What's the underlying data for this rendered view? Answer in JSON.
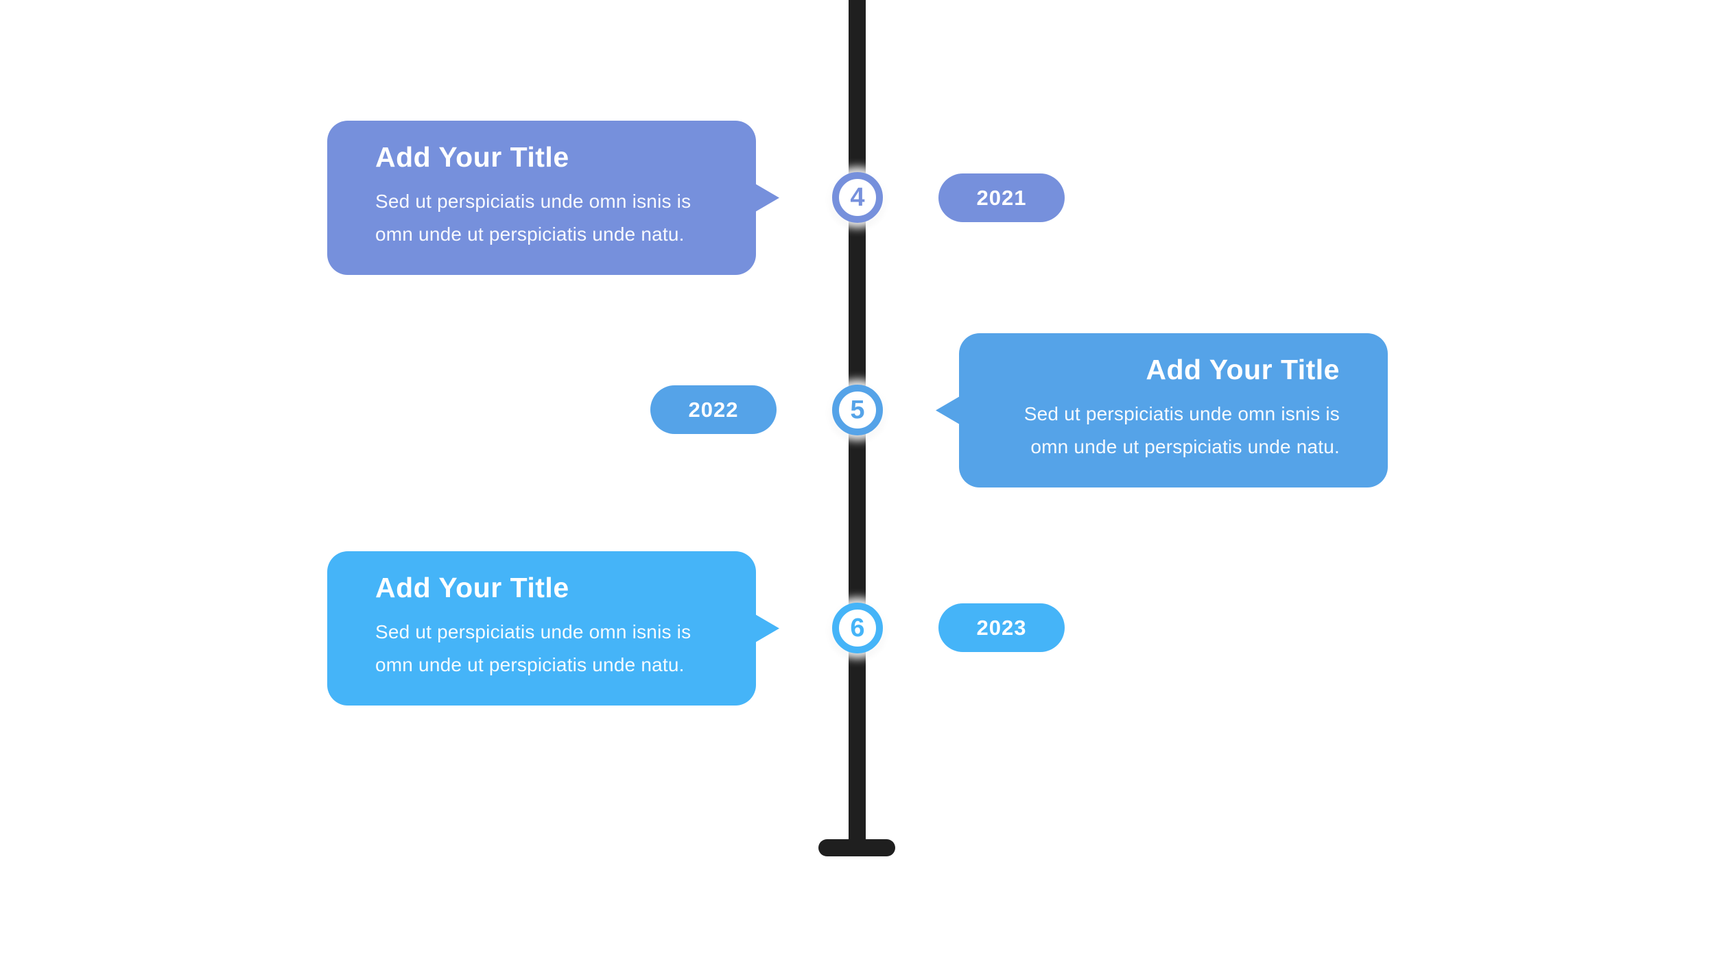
{
  "page": {
    "background": "#ffffff",
    "type": "vertical-timeline-infographic"
  },
  "timeline": {
    "line_color": "#1f1f1f",
    "entries": [
      {
        "number": "4",
        "year": "2021",
        "title": "Add Your Title",
        "body_line1": "Sed ut perspiciatis unde omn isnis is",
        "body_line2": "omn unde ut perspiciatis unde natu.",
        "accent": "#7690DC",
        "card_side": "left"
      },
      {
        "number": "5",
        "year": "2022",
        "title": "Add Your Title",
        "body_line1": "Sed ut perspiciatis unde omn isnis is",
        "body_line2": "omn unde ut perspiciatis unde natu.",
        "accent": "#55A3E8",
        "card_side": "right"
      },
      {
        "number": "6",
        "year": "2023",
        "title": "Add Your Title",
        "body_line1": "Sed ut perspiciatis unde omn isnis is",
        "body_line2": "omn unde ut perspiciatis unde natu.",
        "accent": "#45B4F8",
        "card_side": "left"
      }
    ]
  }
}
